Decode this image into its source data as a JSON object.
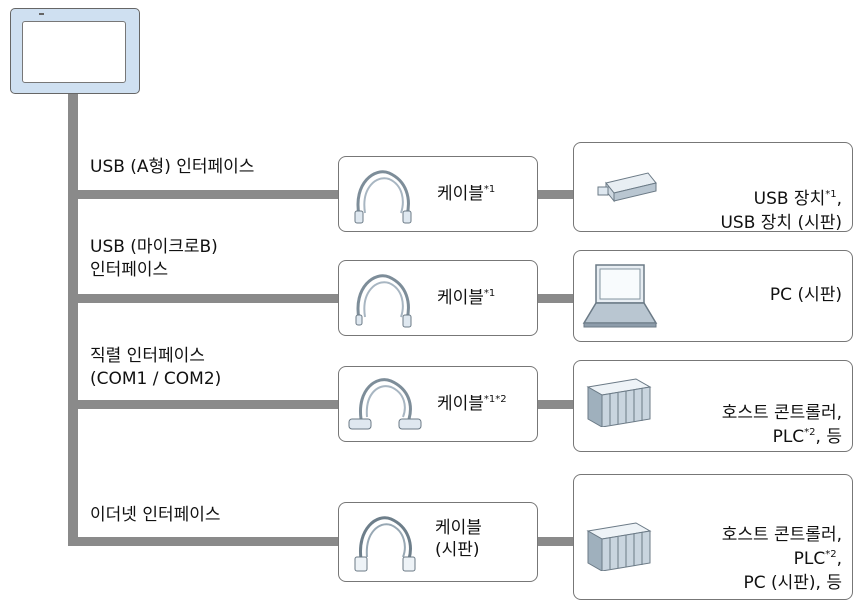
{
  "interfaces": [
    {
      "label": "USB (A형) 인터페이스"
    },
    {
      "label": "USB (마이크로B)\n인터페이스"
    },
    {
      "label": "직렬 인터페이스\n(COM1 / COM2)"
    },
    {
      "label": "이더넷 인터페이스"
    }
  ],
  "cables": [
    {
      "text": "케이블",
      "sup": "*1"
    },
    {
      "text": "케이블",
      "sup": "*1"
    },
    {
      "text": "케이블",
      "sup": "*1*2"
    },
    {
      "text": "케이블\n(시판)",
      "sup": ""
    }
  ],
  "devices": [
    {
      "line1": "USB 장치",
      "sup1": "*1",
      "tail1": ",",
      "line2": "USB 장치 (시판)"
    },
    {
      "line1": "PC (시판)"
    },
    {
      "line1": "호스트 콘트롤러,",
      "line2": "PLC",
      "sup2": "*2",
      "tail2": ", 등"
    },
    {
      "line1": "호스트 콘트롤러,",
      "line2": "PLC",
      "sup2": "*2",
      "tail2": ",",
      "line3": "PC (시판), 등"
    }
  ],
  "colors": {
    "line": "#8a8a8a",
    "panel": "#cfe0f1"
  }
}
